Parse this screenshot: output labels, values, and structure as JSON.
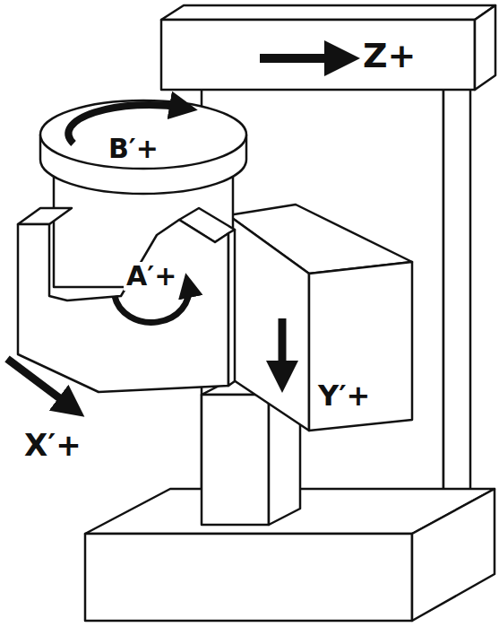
{
  "diagram": {
    "labels": [
      "Z+",
      "B′+",
      "A′+",
      "Y′+",
      "X′+"
    ]
  }
}
